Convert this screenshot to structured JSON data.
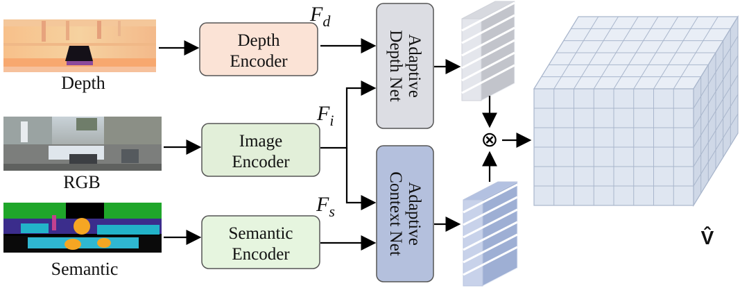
{
  "inputs": {
    "depth_label": "Depth",
    "rgb_label": "RGB",
    "semantic_label": "Semantic"
  },
  "encoders": {
    "depth_line1": "Depth",
    "depth_line2": "Encoder",
    "image_line1": "Image",
    "image_line2": "Encoder",
    "semantic_line1": "Semantic",
    "semantic_line2": "Encoder"
  },
  "features": {
    "fd_base": "F",
    "fd_sub": "d",
    "fi_base": "F",
    "fi_sub": "i",
    "fs_base": "F",
    "fs_sub": "s"
  },
  "nets": {
    "depth_net_line1": "Adaptive",
    "depth_net_line2": "Depth Net",
    "context_net_line1": "Adaptive",
    "context_net_line2": "Context Net"
  },
  "operator_symbol": "⊗",
  "output_label": "V̂",
  "colors": {
    "depth_encoder_fill": "#fbe3d6",
    "image_encoder_fill": "#e2efd9",
    "semantic_encoder_fill": "#e6f5df",
    "depth_net_fill": "#dcdde3",
    "context_net_fill": "#b4c0dd",
    "voxel_fill": "#d6deeb"
  }
}
